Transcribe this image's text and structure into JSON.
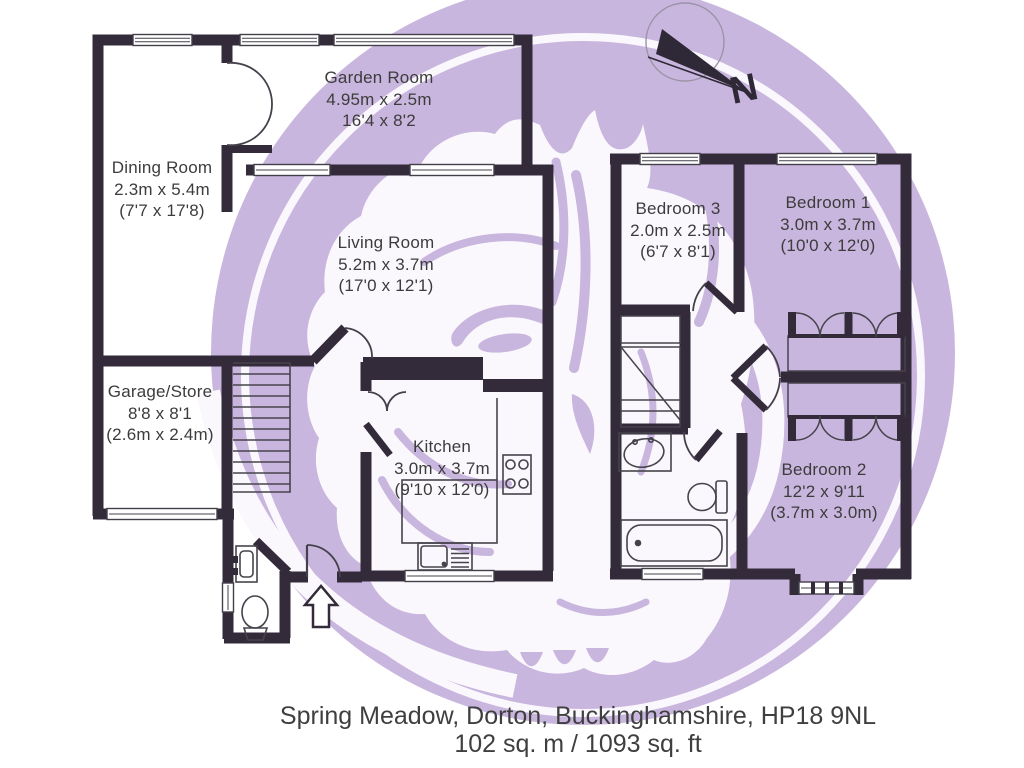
{
  "colors": {
    "wall": "#332b3a",
    "thin_line": "#45414c",
    "watermark_purple": "#c9b6de",
    "watermark_light": "#faf8fc",
    "label_text": "#3c3c3c",
    "footer_text": "#3f3f3f"
  },
  "compass": {
    "label": "N"
  },
  "floorplan": {
    "ground_floor": {
      "rooms": [
        {
          "name": "Dining Room",
          "dims_line1": "2.3m x 5.4m",
          "dims_line2": "(7'7 x 17'8)"
        },
        {
          "name": "Garden Room",
          "dims_line1": "4.95m x 2.5m",
          "dims_line2": "16'4 x 8'2"
        },
        {
          "name": "Living Room",
          "dims_line1": "5.2m x 3.7m",
          "dims_line2": "(17'0 x 12'1)"
        },
        {
          "name": "Garage/Store",
          "dims_line1": "8'8 x 8'1",
          "dims_line2": "(2.6m x 2.4m)"
        },
        {
          "name": "Kitchen",
          "dims_line1": "3.0m x 3.7m",
          "dims_line2": "(9'10 x 12'0)"
        }
      ]
    },
    "first_floor": {
      "rooms": [
        {
          "name": "Bedroom 3",
          "dims_line1": "2.0m x 2.5m",
          "dims_line2": "(6'7 x 8'1)"
        },
        {
          "name": "Bedroom 1",
          "dims_line1": "3.0m x 3.7m",
          "dims_line2": "(10'0 x 12'0)"
        },
        {
          "name": "Bedroom 2",
          "dims_line1": "12'2 x 9'11",
          "dims_line2": "(3.7m x 3.0m)"
        }
      ]
    }
  },
  "footer": {
    "address": "Spring Meadow, Dorton, Buckinghamshire, HP18 9NL",
    "total_area": "102 sq. m  / 1093 sq. ft"
  }
}
